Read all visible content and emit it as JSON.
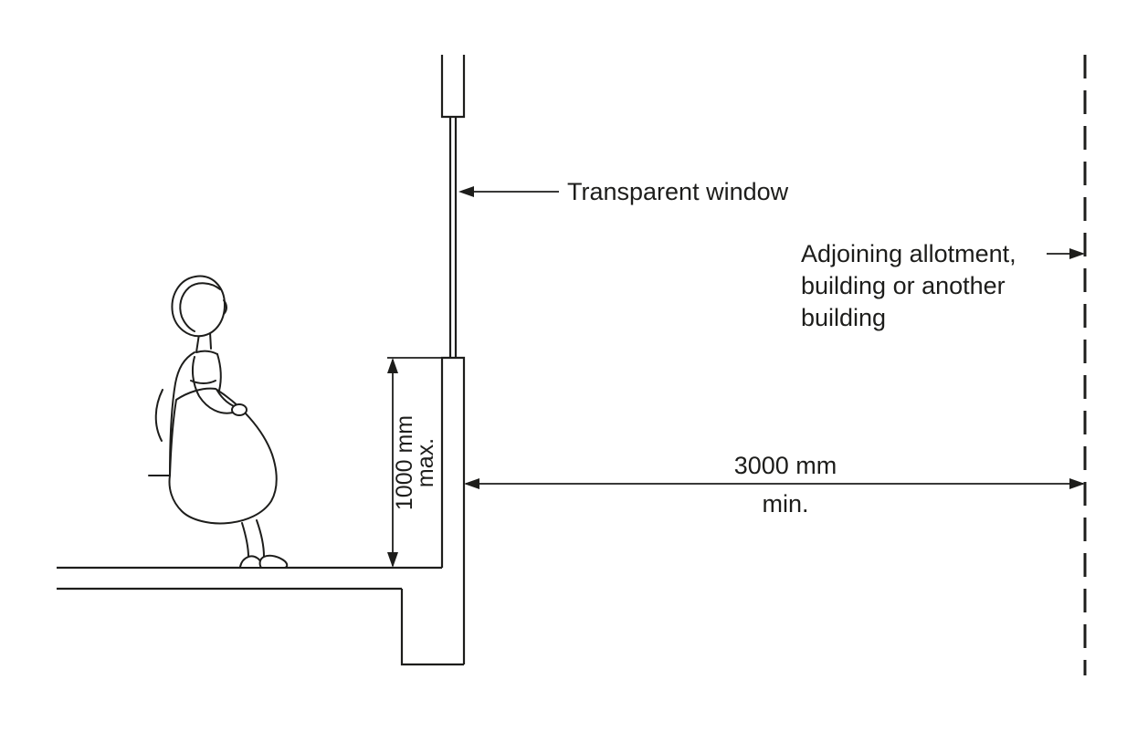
{
  "diagram": {
    "background_color": "#ffffff",
    "ink_color": "#1d1d1b",
    "labels": {
      "transparent_window": "Transparent window",
      "adjoining": {
        "line1": "Adjoining allotment,",
        "line2": "building or another",
        "line3": "building"
      },
      "vertical_dimension": {
        "value": "1000 mm",
        "qualifier": "max."
      },
      "horizontal_dimension": {
        "value": "3000 mm",
        "qualifier": "min."
      }
    }
  }
}
